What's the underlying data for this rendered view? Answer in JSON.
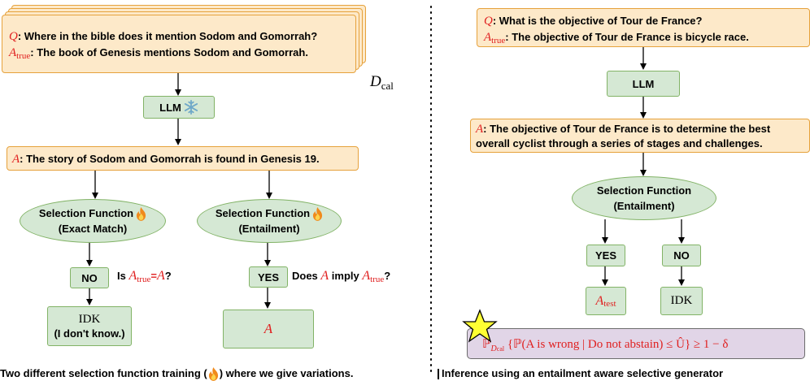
{
  "left": {
    "q_label": "Q",
    "q_text": ": Where in the bible does it mention Sodom and Gomorrah?",
    "a_label": "A",
    "a_sub": "true",
    "a_text": ": The book of Genesis mentions Sodom and Gomorrah.",
    "dcal_main": "D",
    "dcal_sub": "cal",
    "llm": "LLM",
    "answer_label": "A",
    "answer_text": ": The story of Sodom and Gomorrah is found in Genesis 19.",
    "sel1_line1": "Selection Function",
    "sel1_line2": "(Exact Match)",
    "sel2_line1": "Selection Function",
    "sel2_line2": "(Entailment)",
    "no": "NO",
    "yes": "YES",
    "q1_pre": "Is ",
    "q1_a": "A",
    "q1_sub": "true",
    "q1_eq": "=",
    "q1_a2": "A",
    "q1_end": "?",
    "q2_pre": "Does ",
    "q2_a": "A",
    "q2_mid": " imply ",
    "q2_a2": "A",
    "q2_sub": "true",
    "q2_end": "?",
    "idk": "IDK",
    "idk_sub": "(I don't know.)",
    "out_a": "A",
    "caption": "Two different selection function training (",
    "caption_end": ") where we give variations."
  },
  "right": {
    "q_label": "Q",
    "q_text": ": What is the objective of Tour de France?",
    "a_label": "A",
    "a_sub": "true",
    "a_text": ": The objective of Tour de France is bicycle race.",
    "llm": "LLM",
    "answer_label": "A",
    "answer_line1": ": The objective of Tour de France is to determine the best",
    "answer_line2": "overall cyclist through a series of stages and challenges.",
    "sel_line1": "Selection Function",
    "sel_line2": "(Entailment)",
    "yes": "YES",
    "no": "NO",
    "out_a": "A",
    "out_sub": "test",
    "idk": "IDK",
    "formula": "ℙ",
    "formula_sub": "D",
    "formula_subsub": "cal",
    "formula_body": "{ℙ(A is wrong | Do not abstain) ≤ Û} ≥ 1 − δ",
    "caption": "Inference using an entailment aware selective generator"
  },
  "colors": {
    "orange_fill": "#fde9c9",
    "orange_stroke": "#e6a23c",
    "green_fill": "#d5e8d4",
    "green_stroke": "#82b366",
    "purple_fill": "#e1d5e7",
    "red": "#e02020",
    "star": "#ffff33"
  }
}
